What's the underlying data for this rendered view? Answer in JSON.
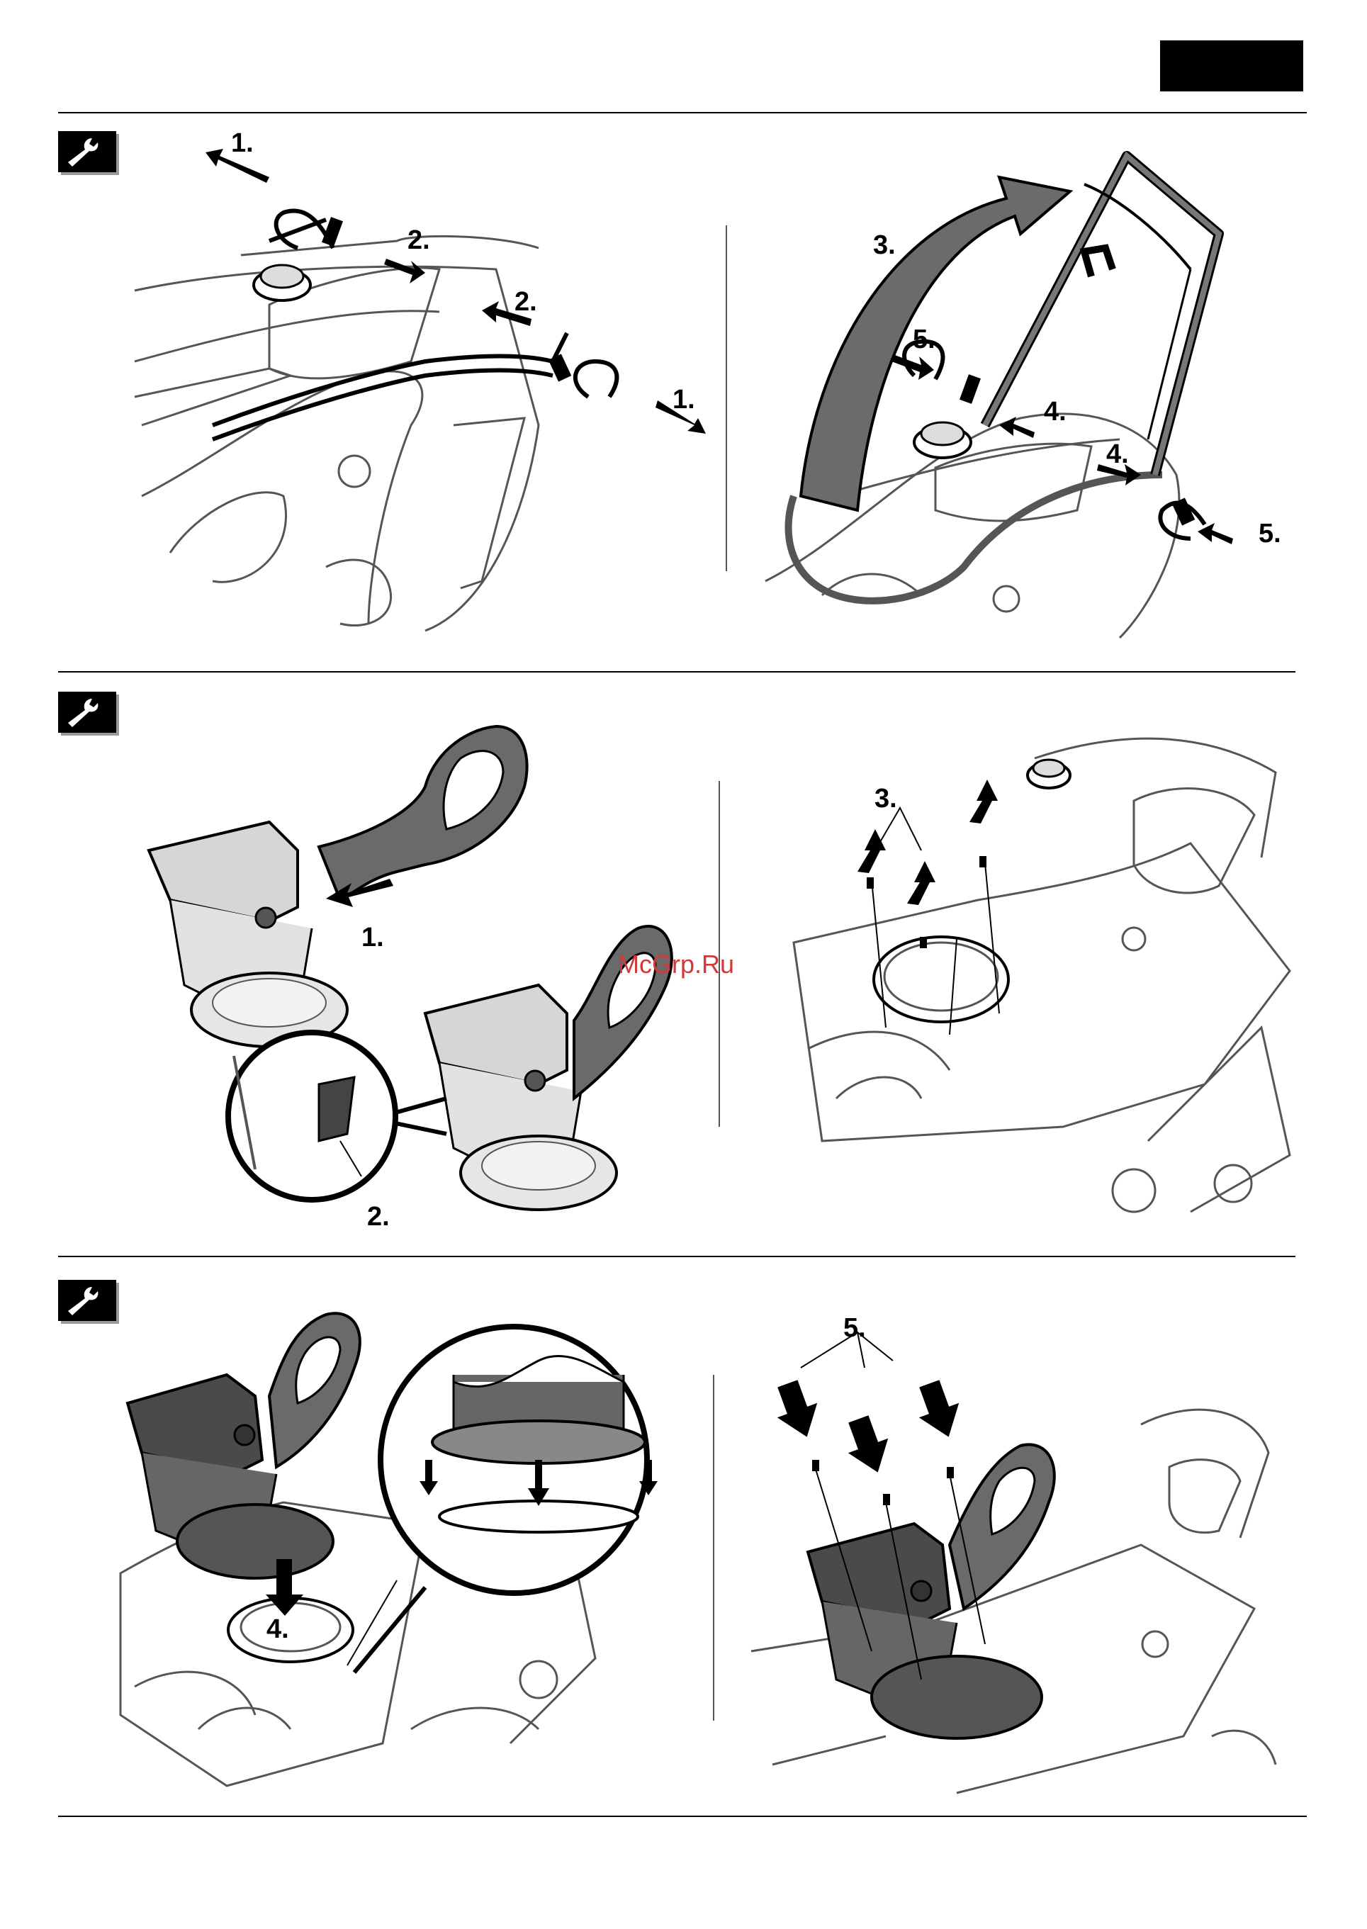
{
  "header": {
    "page_tab_text": ""
  },
  "sections": [
    {
      "icon": "wrench-icon",
      "left_steps": [
        "1.",
        "2.",
        "2.",
        "1."
      ],
      "right_steps": [
        "3.",
        "5.",
        "4.",
        "4.",
        "5."
      ]
    },
    {
      "icon": "wrench-icon",
      "left_steps": [
        "1.",
        "2."
      ],
      "right_steps": [
        "3."
      ]
    },
    {
      "icon": "wrench-icon",
      "left_steps": [
        "4."
      ],
      "right_steps": [
        "5."
      ]
    }
  ],
  "watermark": "McGrp.Ru"
}
